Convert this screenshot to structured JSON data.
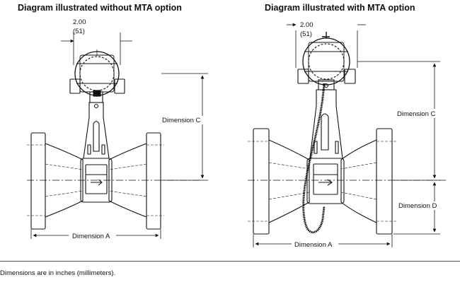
{
  "titles": {
    "left": "Diagram illustrated without MTA option",
    "right": "Diagram illustrated with MTA option"
  },
  "left_diagram": {
    "width_inches": "2.00",
    "width_mm": "(51)",
    "dimension_c": "Dimension C",
    "dimension_a": "Dimension A"
  },
  "right_diagram": {
    "width_inches": "2.00",
    "width_mm": "(51)",
    "dimension_c": "Dimension C",
    "dimension_d": "Dimension D",
    "dimension_a": "Dimension A"
  },
  "footnote": "Dimensions are in inches (millimeters)."
}
